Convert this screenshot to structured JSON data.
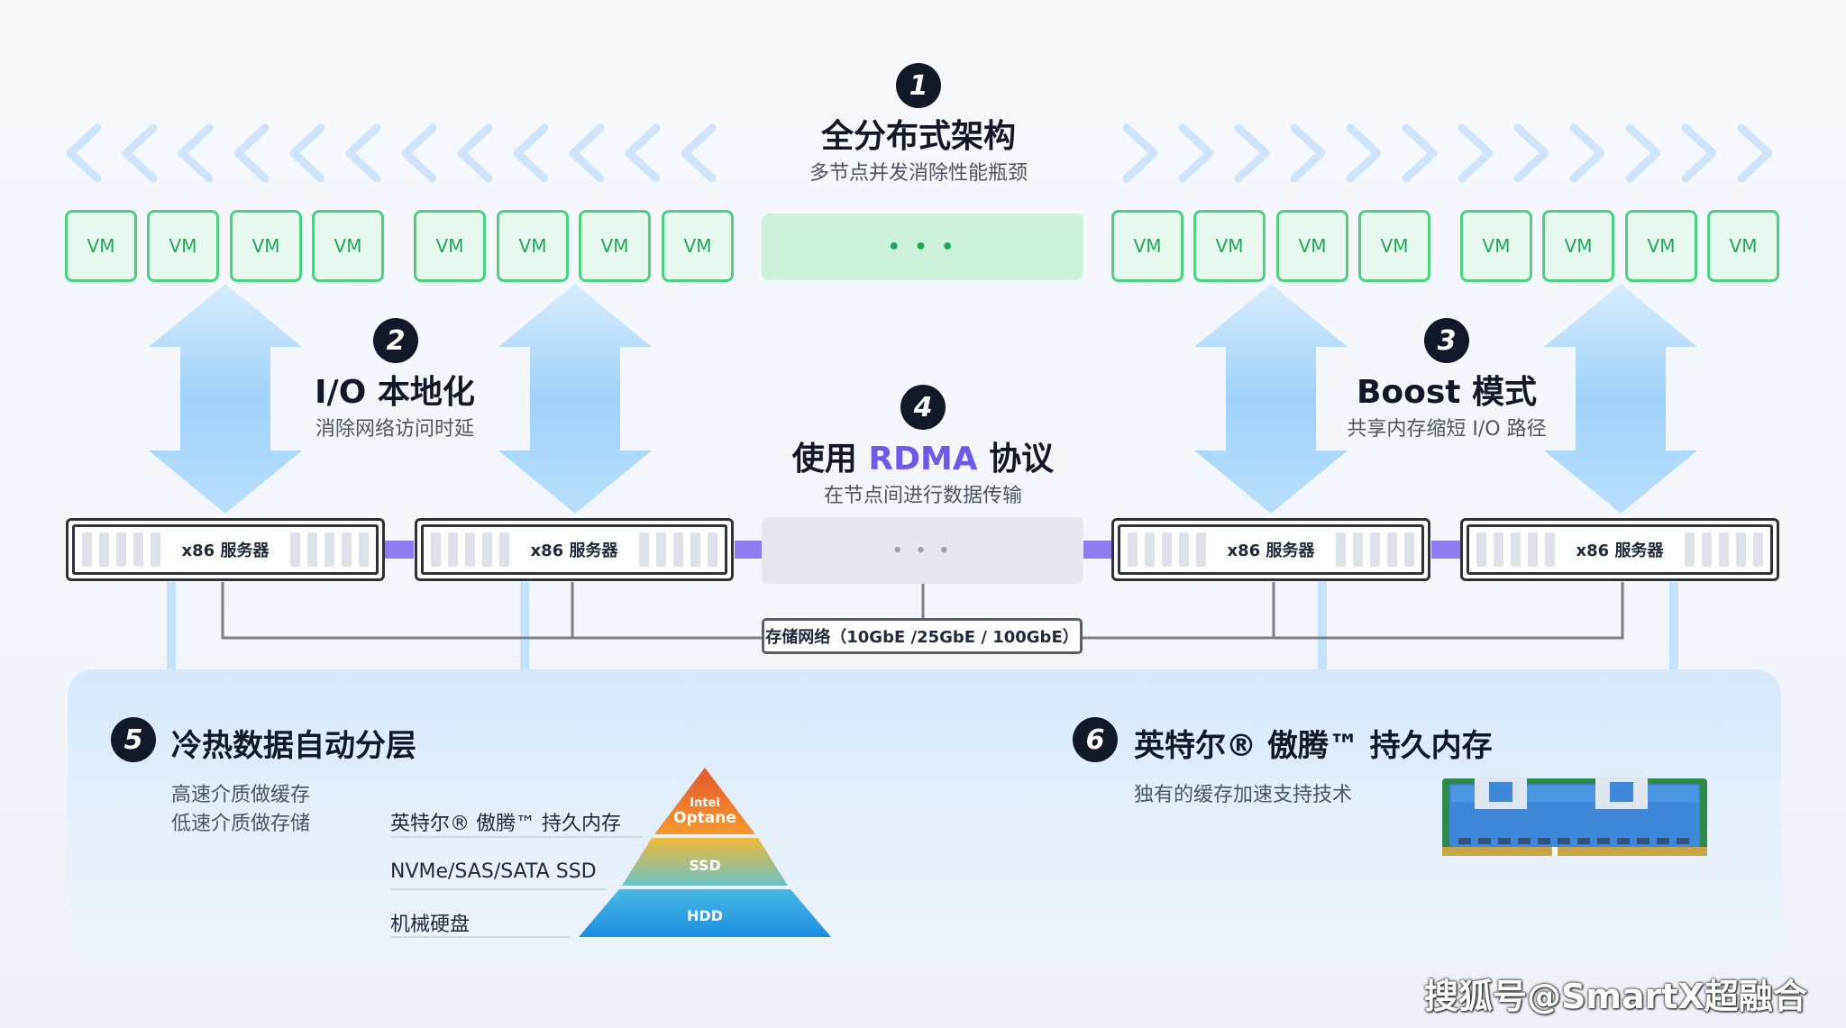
{
  "top": {
    "number": "1",
    "title": "全分布式架构",
    "subtitle": "多节点并发消除性能瓶颈"
  },
  "vm_label": "VM",
  "vm_placeholder": "• • •",
  "io_local": {
    "number": "2",
    "title": "I/O 本地化",
    "subtitle": "消除网络访问时延"
  },
  "boost": {
    "number": "3",
    "title": "Boost 模式",
    "subtitle": "共享内存缩短 I/O 路径"
  },
  "rdma": {
    "number": "4",
    "title_prefix": "使用 ",
    "title_highlight": "RDMA",
    "title_suffix": " 协议",
    "subtitle": "在节点间进行数据传输"
  },
  "server_label": "x86 服务器",
  "server_placeholder": "• • •",
  "network_label": "存储网络（10GbE /25GbE / 100GbE）",
  "tiering": {
    "number": "5",
    "title": "冷热数据自动分层",
    "desc1": "高速介质做缓存",
    "desc2": "低速介质做存储",
    "tiers": [
      {
        "label": "英特尔® 傲腾™ 持久内存",
        "pyramid": [
          "Intel",
          "Optane"
        ]
      },
      {
        "label": "NVMe/SAS/SATA SSD",
        "pyramid": [
          "SSD"
        ]
      },
      {
        "label": "机械硬盘",
        "pyramid": [
          "HDD"
        ]
      }
    ]
  },
  "optane": {
    "number": "6",
    "title": "英特尔® 傲腾™ 持久内存",
    "subtitle": "独有的缓存加速支持技术"
  },
  "watermark": "搜狐号@SmartX超融合",
  "colors": {
    "vm_green": "#4fcf83",
    "arrow_blue": "#a9d8fb",
    "rdma_purple": "#6d5be8",
    "link_purple": "#8b7ef0"
  }
}
